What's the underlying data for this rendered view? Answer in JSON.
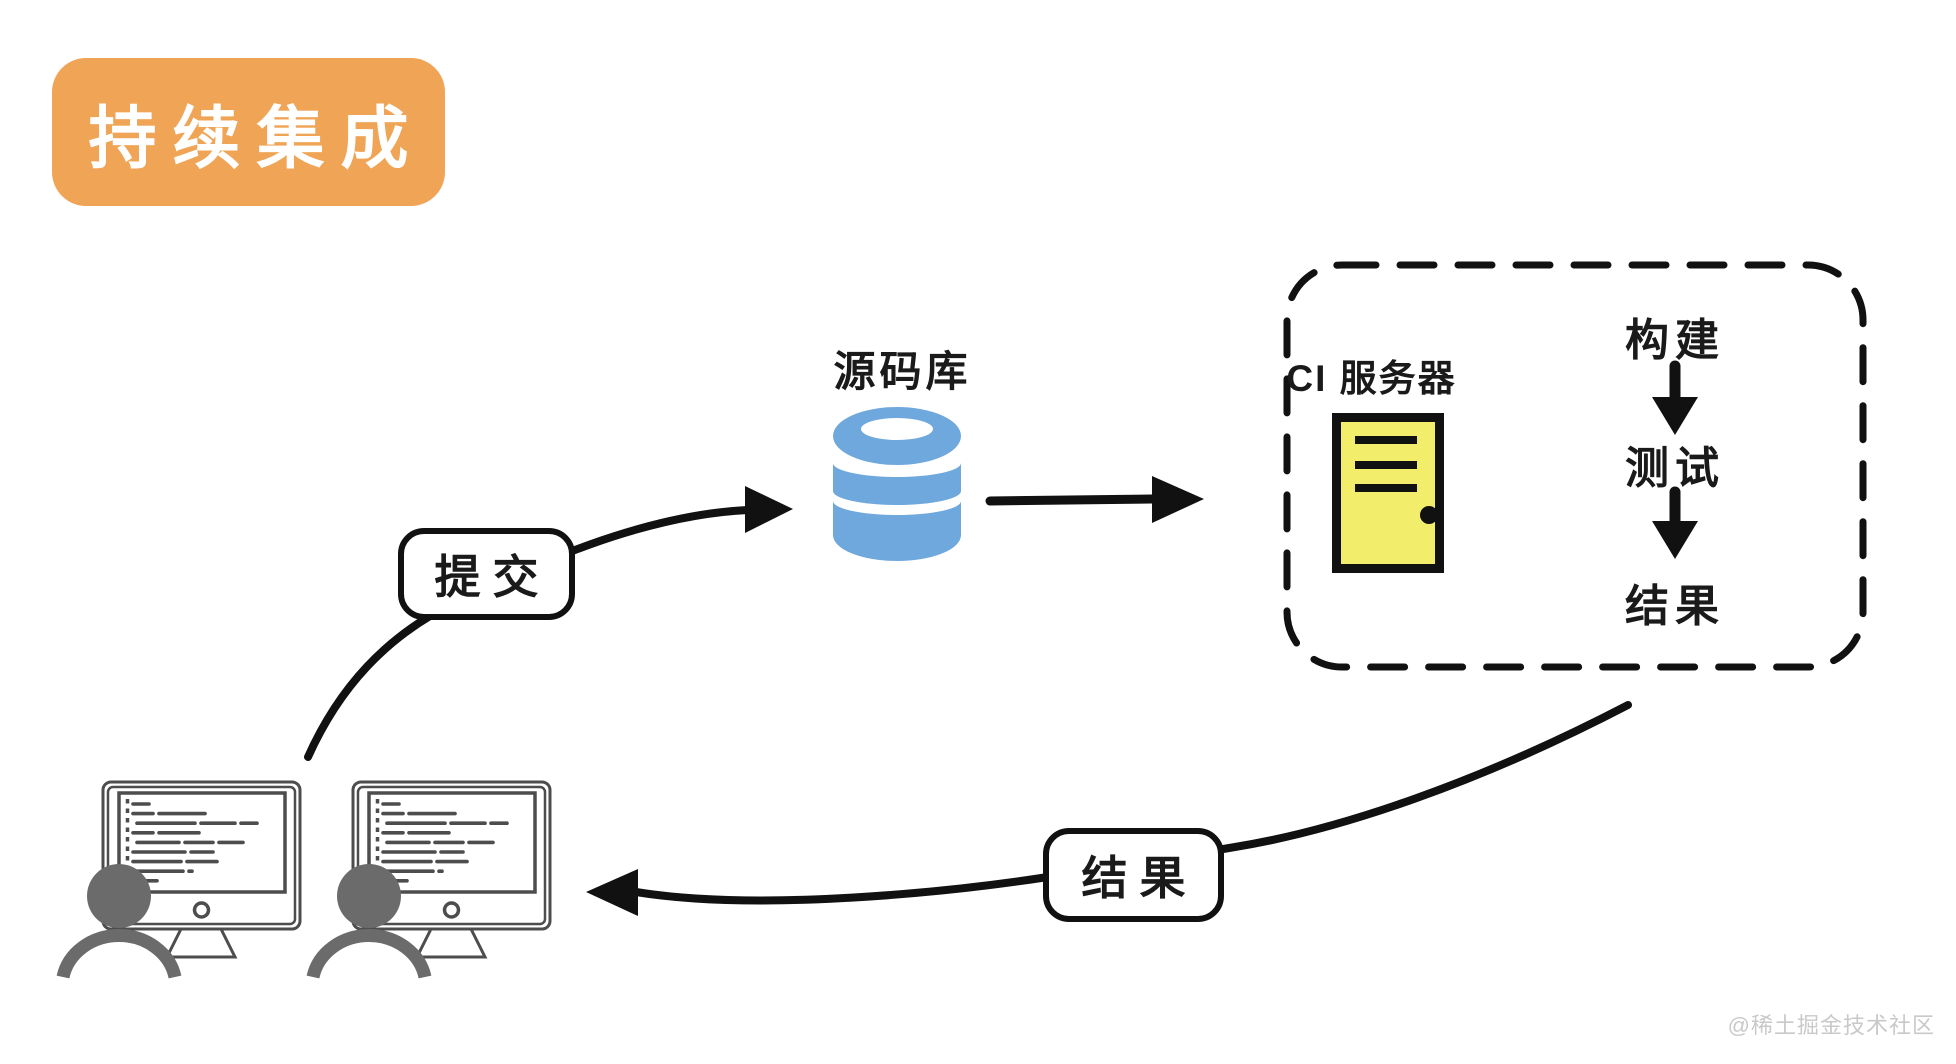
{
  "title": {
    "label": "持续集成"
  },
  "repository": {
    "label": "源码库",
    "icon": "database-icon"
  },
  "developers": {
    "icon": "developer-workstation-icon",
    "count": 2
  },
  "flow_labels": {
    "submit": "提交",
    "result": "结果"
  },
  "ci_server": {
    "label": "CI 服务器",
    "icon": "server-icon",
    "steps": [
      {
        "label": "构建"
      },
      {
        "label": "测试"
      },
      {
        "label": "结果"
      }
    ]
  },
  "watermark": {
    "text": "@稀土掘金技术社区"
  },
  "colors": {
    "title_bg": "#F0A456",
    "title_text": "#FFFFFF",
    "database_blue": "#6FA8DC",
    "server_yellow": "#F2EE6B",
    "stroke_black": "#111111",
    "monitor_gray": "#4D4D4D",
    "person_gray": "#6B6B6B",
    "watermark_gray": "#C9C9C9"
  }
}
